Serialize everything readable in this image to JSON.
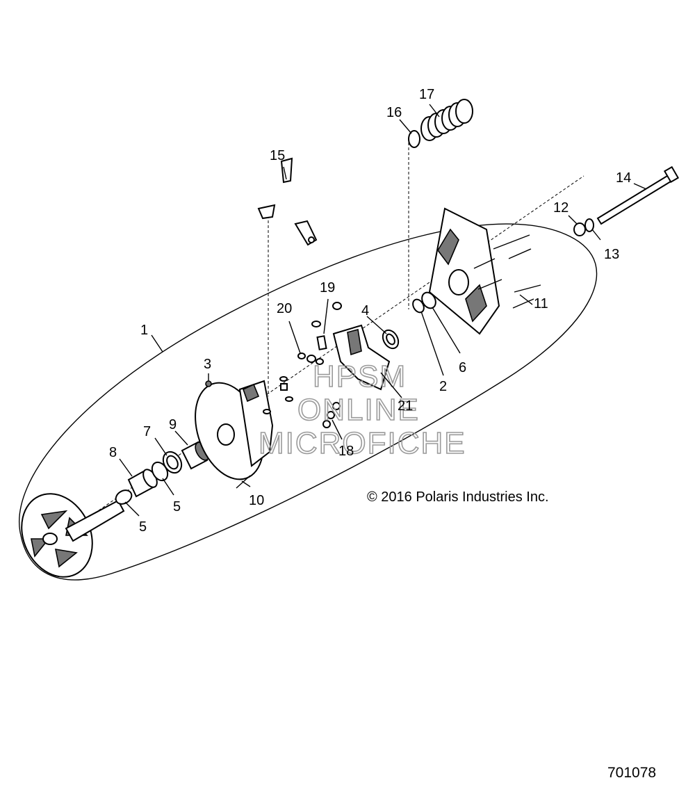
{
  "callouts": {
    "c1": "1",
    "c2": "2",
    "c3": "3",
    "c4": "4",
    "c5a": "5",
    "c5b": "5",
    "c6": "6",
    "c7": "7",
    "c8": "8",
    "c9": "9",
    "c10": "10",
    "c11": "11",
    "c12": "12",
    "c13": "13",
    "c14": "14",
    "c15": "15",
    "c16": "16",
    "c17": "17",
    "c18": "18",
    "c19": "19",
    "c20": "20",
    "c21": "21"
  },
  "watermark": {
    "line1": "HPSM",
    "line2": "ONLINE",
    "line3": "MICROFICHE"
  },
  "copyright": "© 2016 Polaris Industries Inc.",
  "drawing_number": "701078"
}
